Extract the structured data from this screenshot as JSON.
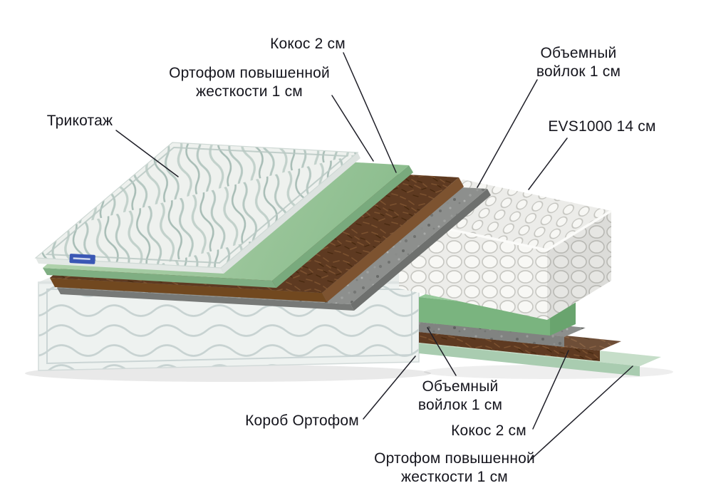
{
  "labels": {
    "tricotage": [
      "Трикотаж"
    ],
    "orthofoam_top": [
      "Ортофом повышенной",
      "жесткости 1 см"
    ],
    "coconut_top": [
      "Кокос 2 см"
    ],
    "felt_top": [
      "Объемный",
      "войлок 1 см"
    ],
    "springs": [
      "EVS1000 14 см"
    ],
    "felt_bottom": [
      "Объемный",
      "войлок 1 см"
    ],
    "box": [
      "Короб Ортофом"
    ],
    "coconut_bottom": [
      "Кокос 2 см"
    ],
    "orthofoam_bottom": [
      "Ортофом повышенной",
      "жесткости 1 см"
    ]
  },
  "colors": {
    "background": "#ffffff",
    "text": "#15151d",
    "leader_line": "#1f1f28",
    "knit_fabric": "#eef1ee",
    "knit_wave": "#b3c6c0",
    "foam_green": "#8fbe90",
    "foam_green_bright": "#7ab47f",
    "foam_green_pale": "#b9d6bf",
    "coconut_brown": "#5e3a21",
    "felt_grey": "#8d8f8d",
    "springs_white": "#f3f3f1",
    "box_quilt": "#eef2f0",
    "brand_tag_blue": "#3a57b4"
  }
}
